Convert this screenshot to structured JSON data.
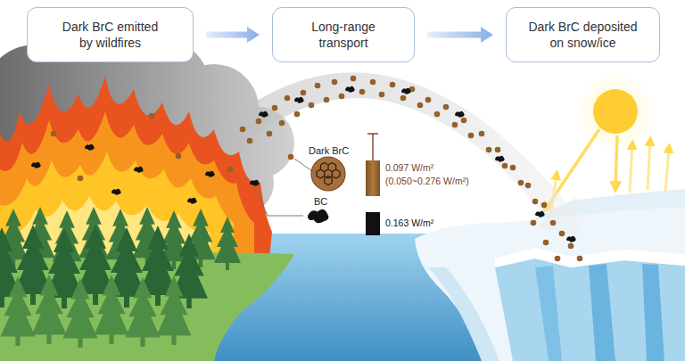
{
  "diagram": {
    "nodes": [
      {
        "text": [
          "Dark BrC emitted by wildfires"
        ]
      },
      {
        "text": [
          "Long-range transport"
        ]
      },
      {
        "text": [
          "Dark BrC deposited on snow/ice"
        ]
      }
    ],
    "edges": [
      {
        "from": 0,
        "to": 1,
        "arrow": "to"
      },
      {
        "from": 1,
        "to": 2,
        "arrow": "to"
      }
    ],
    "labels": [
      "Dark BrC",
      "0.097 W/m²",
      "(0.050~0.276 W/m²)",
      "BC",
      "0.163 W/m²"
    ]
  }
}
